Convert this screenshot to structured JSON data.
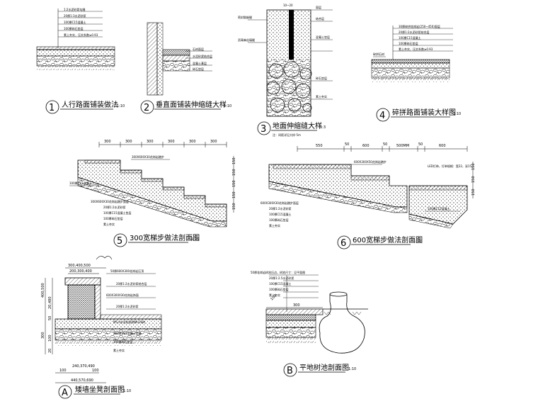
{
  "details": [
    {
      "id": "1",
      "title": "人行路面铺装做法",
      "scale": "1:10",
      "notes": [
        "1:2水泥砂浆勾缝",
        "20厚1:3水泥砂浆",
        "100厚C15混凝土",
        "100厚碎石垫层",
        "素土夯实，压实系数≥0.93"
      ]
    },
    {
      "id": "2",
      "title": "垂直面铺装伸缩缝大样",
      "scale": "1:10",
      "notes": [
        "石材面层",
        "水泥砂浆结合层",
        "混凝土基层",
        "碎石垫层"
      ]
    },
    {
      "id": "3",
      "title": "地面伸缩缝大样",
      "scale": "1:3",
      "subnote": "注：间距详见大样-5m",
      "top_dim": "10~20",
      "notes": [
        "密封胶嵌缝",
        "沥青麻丝填缝",
        "面层",
        "结合层",
        "混凝土垫层",
        "碎石垫层",
        "素土夯实"
      ]
    },
    {
      "id": "4",
      "title": "碎拼路面铺装大样图",
      "scale": "1:10",
      "notes": [
        "30厚碎拼花岗岩(250~450)面层",
        "20厚1:2水泥砂浆结合层",
        "100厚C15混凝土",
        "100厚碎石垫层",
        "素土夯实，压实系数≥0.93"
      ],
      "left_note": "碎拼石材"
    },
    {
      "id": "5",
      "title": "300宽梯步做法剖面图",
      "scale": "1:15",
      "top_dims": [
        "300",
        "300",
        "300",
        "300",
        "300",
        "300"
      ],
      "side_dims": [
        "150",
        "150",
        "150",
        "150",
        "150"
      ],
      "notes": [
        "300X600X30花岗岩踏步",
        "100厚C15混凝土",
        "300X600X30花岗岩踏步面层",
        "20厚1:2水泥砂浆",
        "100厚C15混凝土垫层",
        "100厚碎石垫层",
        "素土夯实"
      ]
    },
    {
      "id": "6",
      "title": "600宽梯步做法剖面图",
      "scale": "1:10",
      "top_dims": [
        "550",
        "50",
        "600",
        "50",
        "500MM",
        "50",
        "600"
      ],
      "side_dims": [
        "150",
        "150",
        "150"
      ],
      "notes": [
        "600X300X50花岗岩踏步",
        "600X300X30花岗岩踏步面层",
        "20厚1:2水泥砂浆",
        "100厚C15混凝土",
        "100厚碎石垫层",
        "素土夯实",
        "LED灯带，灯带规格：宽22，深15",
        "100厚C15混凝土"
      ]
    },
    {
      "id": "A",
      "title": "矮墙坐凳剖面图",
      "scale": "1:10",
      "top_dims": [
        "300,400,500",
        "200,300,400"
      ],
      "left_dims": [
        "400,500",
        "20,480",
        "50",
        "300",
        "100",
        "20"
      ],
      "bottom_dims": [
        "100",
        "240,370,490",
        "100",
        "440,570,690"
      ],
      "notes": [
        "50厚600X300花岗岩压顶",
        "20厚1:2水泥砂浆结合层",
        "600X300X30花岗岩饰面",
        "20厚1:2水泥砂浆",
        "M5.0水泥砂浆砌MU10砖",
        "100厚C15混凝土垫层",
        "100厚碎石垫层",
        "素土夯实"
      ]
    },
    {
      "id": "B",
      "title": "平地树池剖面图",
      "scale": "1:10",
      "top_dims": [
        "300",
        "100"
      ],
      "notes": [
        "50厚花岗岩树池压边，树池尺寸：见平面图",
        "20厚1:2.5水泥砂浆",
        "100厚C15混凝土",
        "100厚碎石垫层",
        "素土夯实"
      ]
    }
  ]
}
